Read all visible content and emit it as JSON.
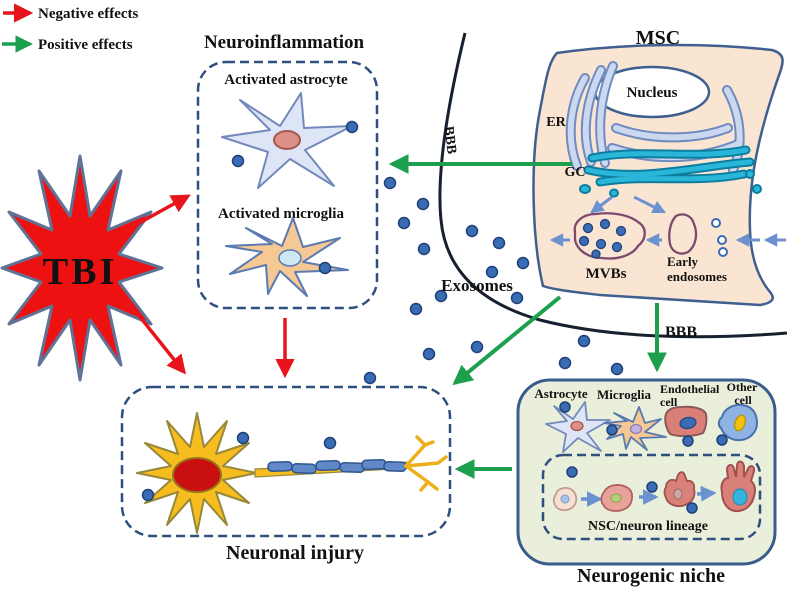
{
  "legend": {
    "negative": "Negative effects",
    "positive": "Positive effects"
  },
  "tbi": {
    "label": "TBI"
  },
  "neuroinflammation": {
    "title": "Neuroinflammation",
    "astrocyte_label": "Activated astrocyte",
    "microglia_label": "Activated microglia"
  },
  "msc": {
    "title": "MSC",
    "nucleus": "Nucleus",
    "er": "ER",
    "gc": "GC",
    "mvbs": "MVBs",
    "early_endosomes": [
      "Early",
      "endosomes"
    ]
  },
  "barrier": {
    "left": "BBB",
    "right": "BBB"
  },
  "exosomes": {
    "label": "Exosomes"
  },
  "neuronal_injury": {
    "title": "Neuronal injury"
  },
  "niche": {
    "title": "Neurogenic niche",
    "astrocyte": "Astrocyte",
    "microglia": "Microglia",
    "endothelial": [
      "Endothelial",
      "cell"
    ],
    "other": [
      "Other",
      "cell"
    ],
    "lineage": "NSC/neuron lineage"
  },
  "colors": {
    "negative": "#e8141c",
    "positive": "#1ca04e",
    "dashed_border": "#2f4f7f",
    "bbb_line": "#16202e",
    "exosome_dot": "#3a6cb5",
    "tbi_fill": "#ee1111",
    "msc_fill": "#fae5d3",
    "niche_fill": "#e9efda",
    "neuron_fill": "#f7bd1e",
    "neuron_nucleus": "#c90f0f"
  }
}
